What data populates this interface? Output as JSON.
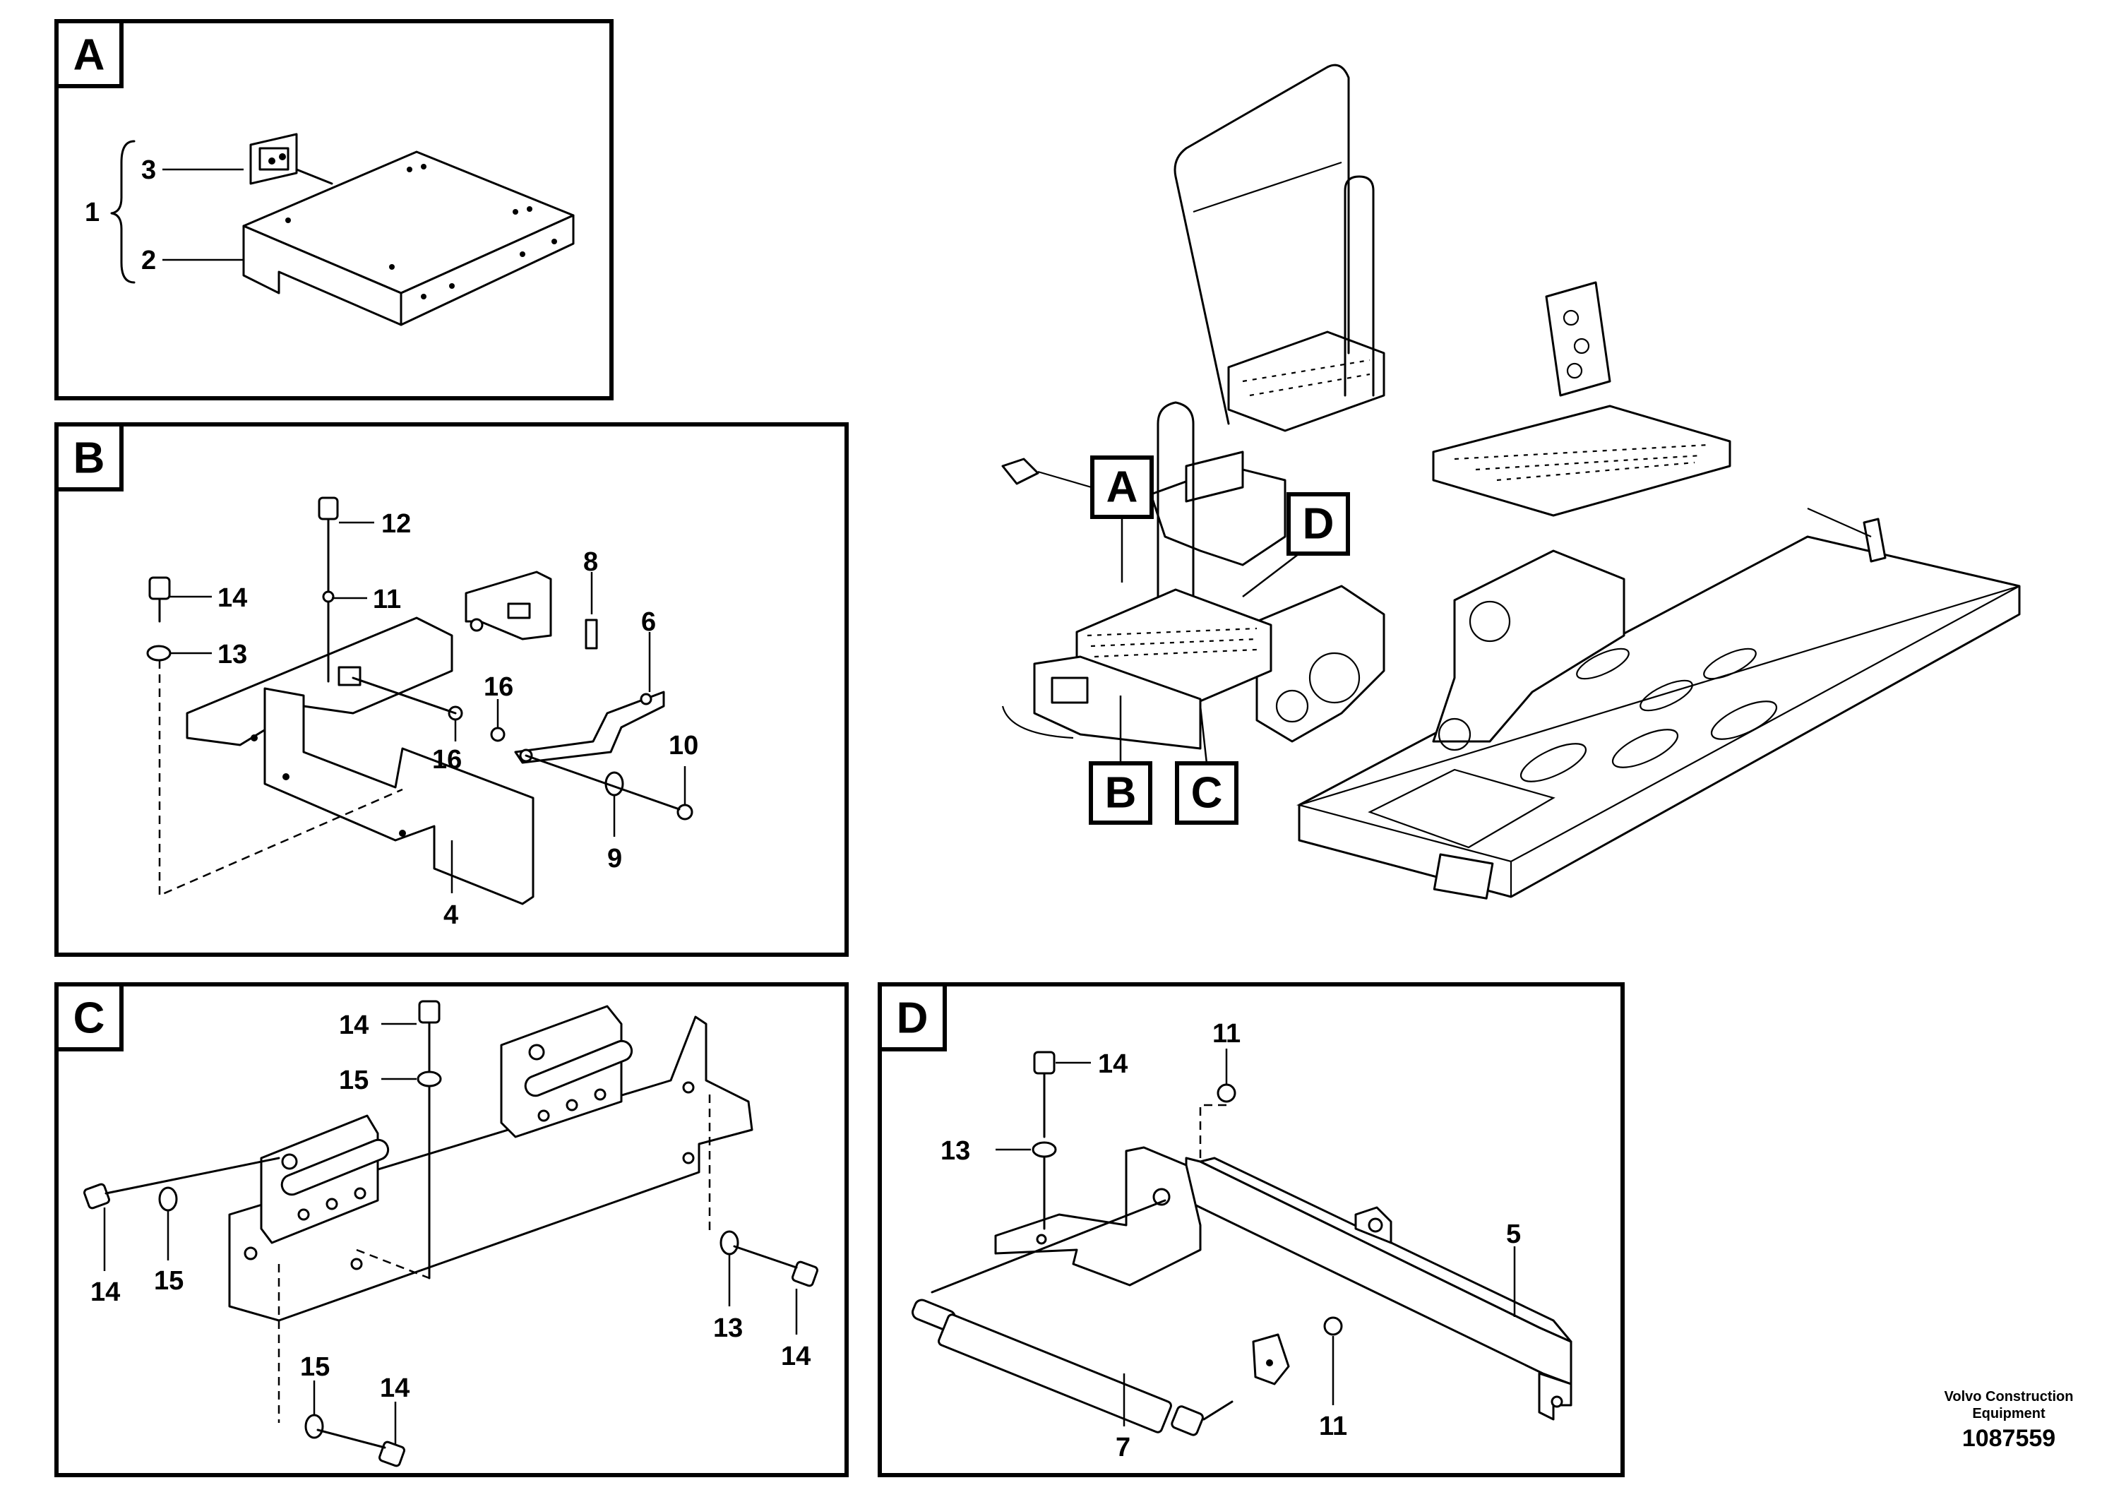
{
  "panels": [
    {
      "letter": "A",
      "parts": [
        "1",
        "2",
        "3"
      ]
    },
    {
      "letter": "B",
      "parts": [
        "12",
        "14",
        "11",
        "13",
        "8",
        "6",
        "16",
        "16",
        "10",
        "9",
        "4"
      ]
    },
    {
      "letter": "C",
      "parts": [
        "14",
        "15",
        "14",
        "15",
        "13",
        "14",
        "15",
        "14"
      ]
    },
    {
      "letter": "D",
      "parts": [
        "11",
        "14",
        "13",
        "5",
        "7",
        "11"
      ]
    }
  ],
  "overview_callouts": [
    "A",
    "D",
    "B",
    "C"
  ],
  "credit": {
    "line1": "Volvo Construction",
    "line2": "Equipment"
  },
  "reference_number": "1087559"
}
